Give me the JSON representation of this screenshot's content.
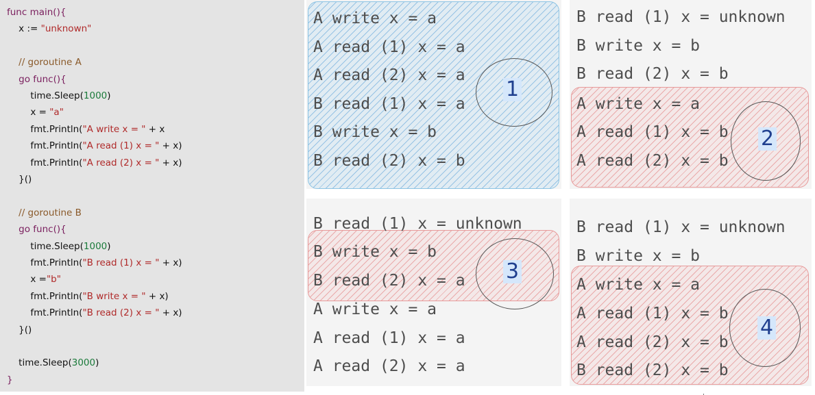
{
  "code": {
    "lines": [
      [
        {
          "t": "func main(){",
          "c": "kw"
        }
      ],
      [
        {
          "t": "    x := ",
          "c": ""
        },
        {
          "t": "\"unknown\"",
          "c": "str"
        }
      ],
      [],
      [
        {
          "t": "    // goroutine A",
          "c": "cm"
        }
      ],
      [
        {
          "t": "    go func(){",
          "c": "kw"
        }
      ],
      [
        {
          "t": "        time.Sleep(",
          "c": ""
        },
        {
          "t": "1000",
          "c": "num"
        },
        {
          "t": ")",
          "c": ""
        }
      ],
      [
        {
          "t": "        x = ",
          "c": ""
        },
        {
          "t": "\"a\"",
          "c": "str"
        }
      ],
      [
        {
          "t": "        fmt.Println(",
          "c": ""
        },
        {
          "t": "\"A write x = \"",
          "c": "str"
        },
        {
          "t": " + x",
          "c": ""
        }
      ],
      [
        {
          "t": "        fmt.Println(",
          "c": ""
        },
        {
          "t": "\"A read (1) x = \"",
          "c": "str"
        },
        {
          "t": " + x)",
          "c": ""
        }
      ],
      [
        {
          "t": "        fmt.Println(",
          "c": ""
        },
        {
          "t": "\"A read (2) x = \"",
          "c": "str"
        },
        {
          "t": " + x)",
          "c": ""
        }
      ],
      [
        {
          "t": "    }()",
          "c": ""
        }
      ],
      [],
      [
        {
          "t": "    // goroutine B",
          "c": "cm"
        }
      ],
      [
        {
          "t": "    go func(){",
          "c": "kw"
        }
      ],
      [
        {
          "t": "        time.Sleep(",
          "c": ""
        },
        {
          "t": "1000",
          "c": "num"
        },
        {
          "t": ")",
          "c": ""
        }
      ],
      [
        {
          "t": "        fmt.Println(",
          "c": ""
        },
        {
          "t": "\"B read (1) x = \"",
          "c": "str"
        },
        {
          "t": " + x)",
          "c": ""
        }
      ],
      [
        {
          "t": "        x =",
          "c": ""
        },
        {
          "t": "\"b\"",
          "c": "str"
        }
      ],
      [
        {
          "t": "        fmt.Println(",
          "c": ""
        },
        {
          "t": "\"B write x = \"",
          "c": "str"
        },
        {
          "t": " + x)",
          "c": ""
        }
      ],
      [
        {
          "t": "        fmt.Println(",
          "c": ""
        },
        {
          "t": "\"B read (2) x = \"",
          "c": "str"
        },
        {
          "t": " + x)",
          "c": ""
        }
      ],
      [
        {
          "t": "    }()",
          "c": ""
        }
      ],
      [],
      [
        {
          "t": "    time.Sleep(",
          "c": ""
        },
        {
          "t": "3000",
          "c": "num"
        },
        {
          "t": ")",
          "c": ""
        }
      ],
      [
        {
          "t": "}",
          "c": "kw"
        }
      ]
    ]
  },
  "panels": [
    {
      "label": "1",
      "highlight": "blue",
      "lines": [
        "A write x = a",
        "A read (1) x = a",
        "A read (2) x = a",
        "B read (1) x = a",
        "B write x = b",
        "B read (2) x = b"
      ]
    },
    {
      "label": "2",
      "highlight": "red",
      "lines": [
        "B read (1) x = unknown",
        "B write x = b",
        "B read (2) x = b",
        "A write x = a",
        "A read (1) x = b",
        "A read (2) x = b"
      ]
    },
    {
      "label": "3",
      "highlight": "red",
      "lines": [
        "B read (1) x = unknown",
        "B write x = b",
        "B read (2) x = a",
        "A write x = a",
        "A read (1) x = a",
        "A read (2) x = a"
      ]
    },
    {
      "label": "4",
      "highlight": "red",
      "lines": [
        "B read (1) x = unknown",
        "B write x = b",
        "A write x = a",
        "A read (1) x = b",
        "A read (2) x = b",
        "B read (2) x = b"
      ]
    }
  ],
  "colors": {
    "blue_highlight": "#8cc4e4",
    "red_highlight": "#e79a9a",
    "number_text": "#1f3f8f",
    "number_bg": "#d5e7fb"
  }
}
